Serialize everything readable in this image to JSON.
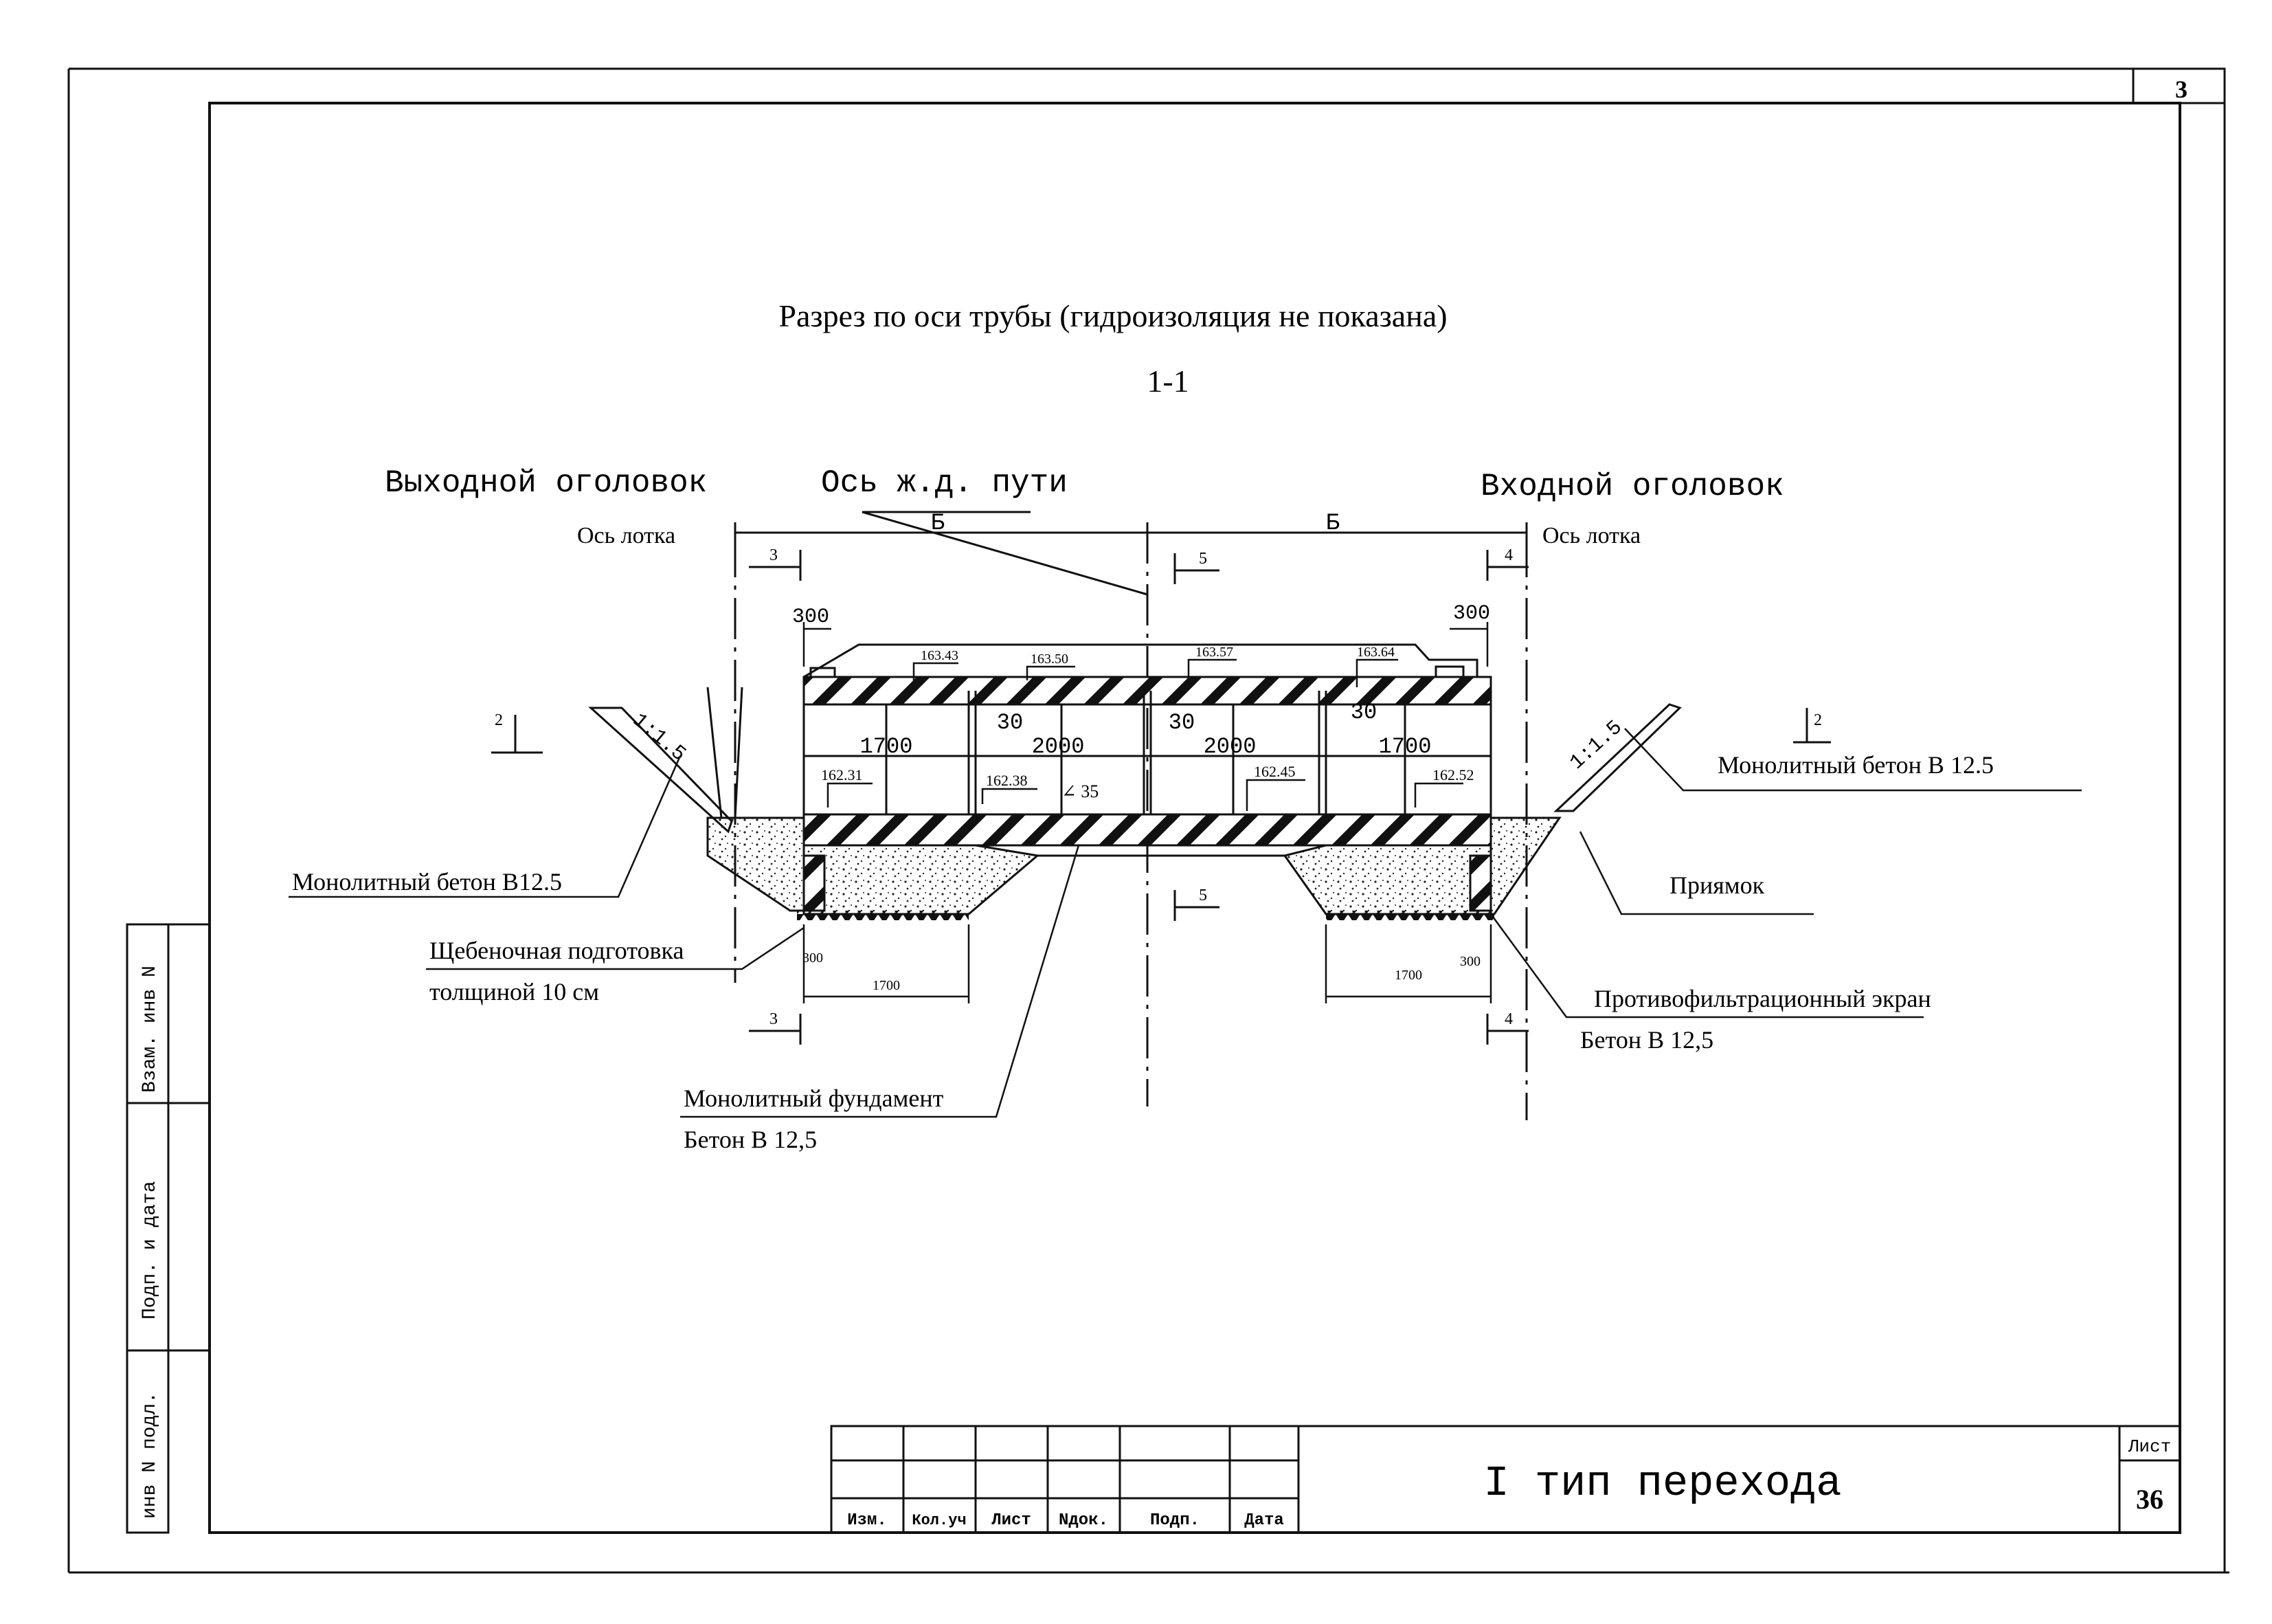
{
  "sheet_corner": "3",
  "title": "Разрез по оси трубы (гидроизоляция не показана)",
  "section_id": "1-1",
  "headings": {
    "outlet": "Выходной оголовок",
    "track_axis": "Ось ж.д. пути",
    "inlet": "Входной оголовок"
  },
  "tray_axis_left": "Ось лотка",
  "tray_axis_right": "Ось лотка",
  "dim_b_left": "Б",
  "dim_b_right": "Б",
  "cut_marks": {
    "c3": "3",
    "c5": "5",
    "c4": "4",
    "c2": "2"
  },
  "dims": {
    "d300": "300",
    "d1700": "1700",
    "d2000": "2000",
    "d30": "30",
    "angle": "∠ 35"
  },
  "slope": "1:1.5",
  "elevations": {
    "top": [
      "163.43",
      "163.50",
      "163.57",
      "163.64"
    ],
    "bottom": [
      "162.31",
      "162.38",
      "162.45",
      "162.52"
    ]
  },
  "callouts": {
    "concrete_left": "Монолитный бетон В12.5",
    "concrete_right": "Монолитный бетон В 12.5",
    "gravel_line1": "Щебеночная подготовка",
    "gravel_line2": "толщиной 10 см",
    "foundation_line1": "Монолитный фундамент",
    "foundation_line2": "Бетон В 12,5",
    "pit": "Приямок",
    "screen_line1": "Противофильтрационный экран",
    "screen_line2": "Бетон В 12,5"
  },
  "side_stamp": {
    "vzam": "Взам. инв N",
    "podp": "Подп. и дата",
    "inv": "инв N подл."
  },
  "title_block": {
    "cols": [
      "Изм.",
      "Кол.уч",
      "Лист",
      "Nдок.",
      "Подп.",
      "Дата"
    ],
    "name": "I тип перехода",
    "sheet_label": "Лист",
    "sheet_no": "36"
  }
}
